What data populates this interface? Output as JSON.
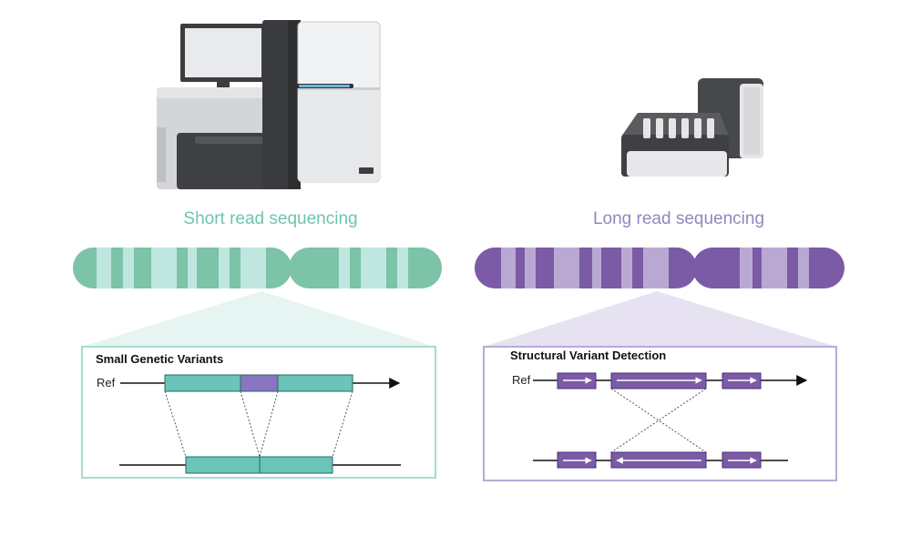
{
  "short": {
    "title": "Short read sequencing",
    "panel_title": "Small Genetic Variants",
    "ref_label": "Ref"
  },
  "long": {
    "title": "Long read sequencing",
    "panel_title": "Structural Variant Detection",
    "ref_label": "Ref"
  },
  "colors": {
    "teal": "#7cc3a8",
    "teal_light": "#bfe6df",
    "teal_text": "#6fc4b0",
    "teal_box": "#6cc4b8",
    "purple": "#7b5aa6",
    "purple_light": "#b9a9d2",
    "purple_text": "#9585bf",
    "variant_purple": "#8a74c0"
  }
}
